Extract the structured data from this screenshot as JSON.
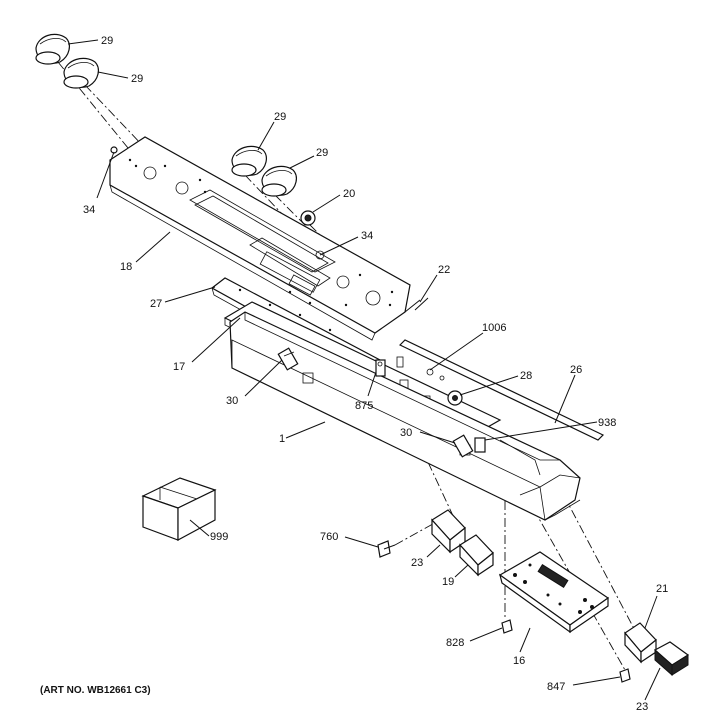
{
  "diagram": {
    "art_number": "(ART NO. WB12661 C3)",
    "labels": [
      {
        "id": "l29a",
        "text": "29"
      },
      {
        "id": "l29b",
        "text": "29"
      },
      {
        "id": "l29c",
        "text": "29"
      },
      {
        "id": "l29d",
        "text": "29"
      },
      {
        "id": "l20",
        "text": "20"
      },
      {
        "id": "l34a",
        "text": "34"
      },
      {
        "id": "l34b",
        "text": "34"
      },
      {
        "id": "l18",
        "text": "18"
      },
      {
        "id": "l22",
        "text": "22"
      },
      {
        "id": "l27",
        "text": "27"
      },
      {
        "id": "l1006",
        "text": "1006"
      },
      {
        "id": "l17",
        "text": "17"
      },
      {
        "id": "l28",
        "text": "28"
      },
      {
        "id": "l26",
        "text": "26"
      },
      {
        "id": "l30a",
        "text": "30"
      },
      {
        "id": "l875",
        "text": "875"
      },
      {
        "id": "l938",
        "text": "938"
      },
      {
        "id": "l30b",
        "text": "30"
      },
      {
        "id": "l1",
        "text": "1"
      },
      {
        "id": "l999",
        "text": "999"
      },
      {
        "id": "l760",
        "text": "760"
      },
      {
        "id": "l23a",
        "text": "23"
      },
      {
        "id": "l19",
        "text": "19"
      },
      {
        "id": "l21",
        "text": "21"
      },
      {
        "id": "l828",
        "text": "828"
      },
      {
        "id": "l16",
        "text": "16"
      },
      {
        "id": "l847",
        "text": "847"
      },
      {
        "id": "l23b",
        "text": "23"
      }
    ]
  }
}
